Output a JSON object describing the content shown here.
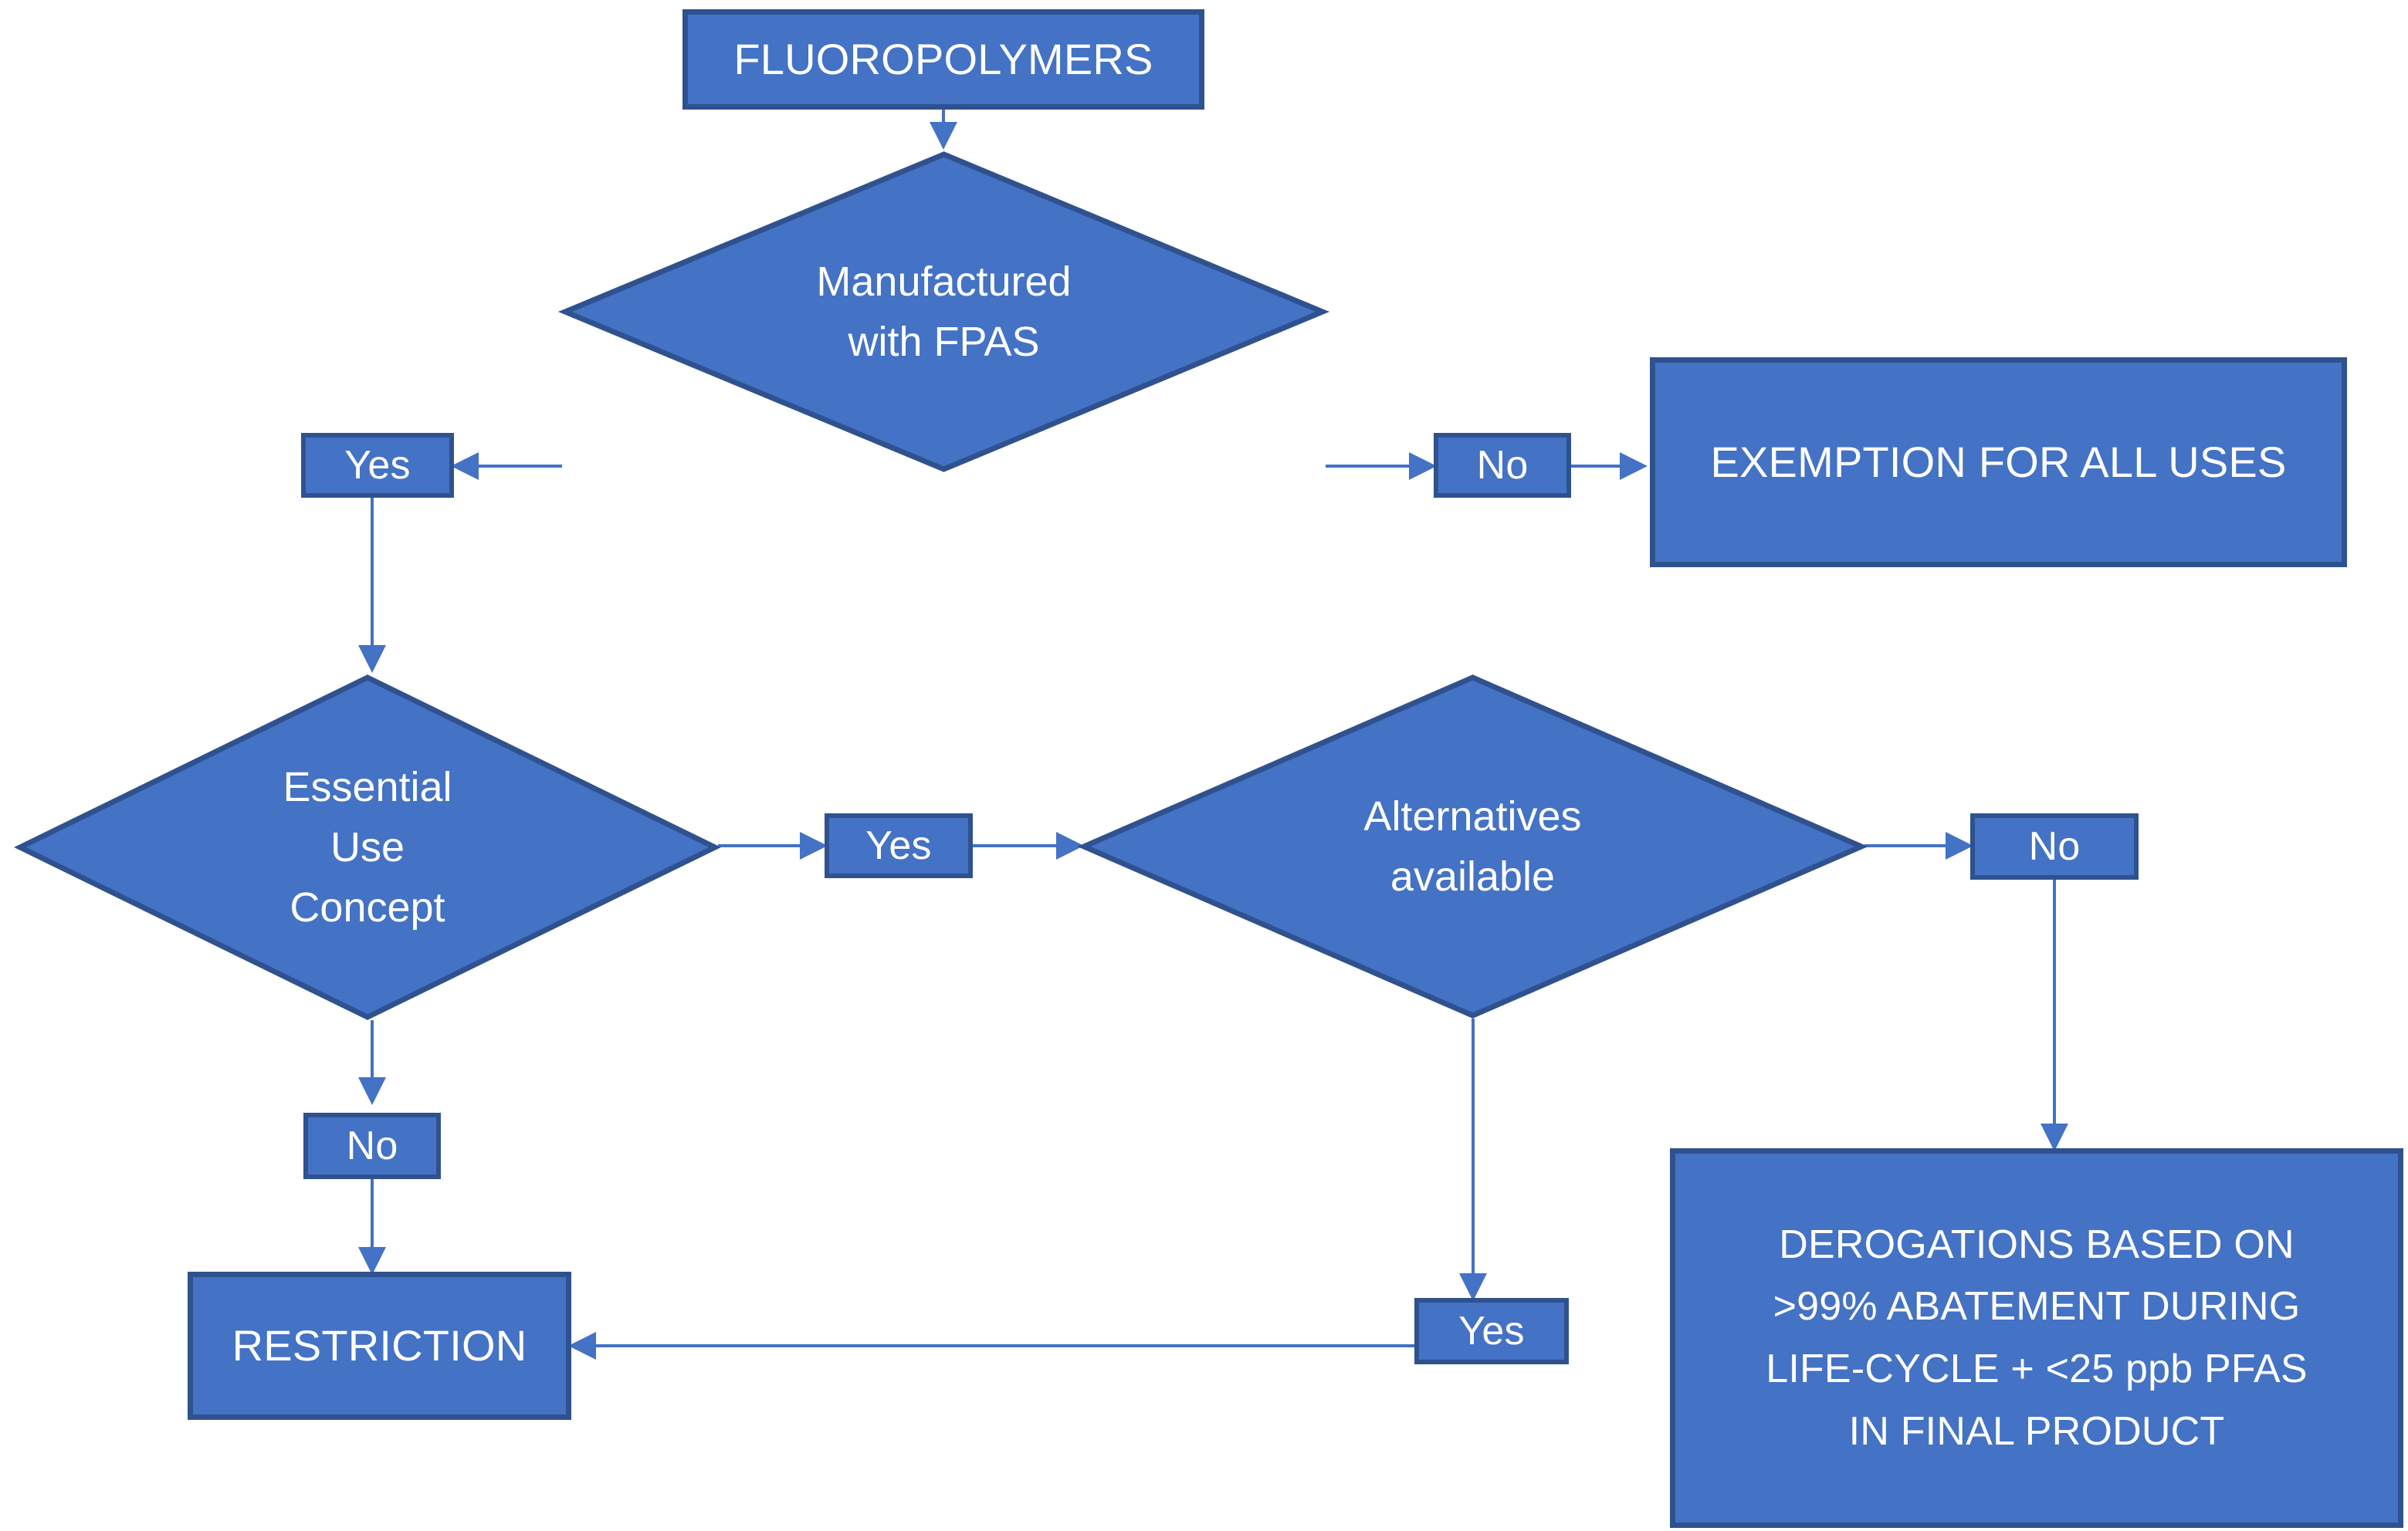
{
  "diagram": {
    "type": "flowchart",
    "title": "Fluoropolymers regulatory decision flowchart",
    "colors": {
      "fill": "#4472C4",
      "stroke": "#2F528F",
      "connector": "#4472C4",
      "text": "#FFFFFF",
      "background": "#FFFFFF"
    },
    "nodes": {
      "start": {
        "label": "FLUOROPOLYMERS",
        "shape": "rectangle"
      },
      "decision_manufactured": {
        "label": "Manufactured\nwith FPAS",
        "shape": "diamond"
      },
      "yes_manufactured": {
        "label": "Yes",
        "shape": "rectangle"
      },
      "no_manufactured": {
        "label": "No",
        "shape": "rectangle"
      },
      "exemption": {
        "label": "EXEMPTION FOR ALL USES",
        "shape": "rectangle"
      },
      "decision_essential": {
        "label": "Essential\nUse\nConcept",
        "shape": "diamond"
      },
      "no_essential": {
        "label": "No",
        "shape": "rectangle"
      },
      "yes_essential": {
        "label": "Yes",
        "shape": "rectangle"
      },
      "decision_alternatives": {
        "label": "Alternatives\navailable",
        "shape": "diamond"
      },
      "yes_alternatives": {
        "label": "Yes",
        "shape": "rectangle"
      },
      "no_alternatives": {
        "label": "No",
        "shape": "rectangle"
      },
      "restriction": {
        "label": "RESTRICTION",
        "shape": "rectangle"
      },
      "derogations": {
        "label": "DEROGATIONS BASED ON\n>99% ABATEMENT DURING\nLIFE-CYCLE + <25 ppb PFAS\nIN FINAL PRODUCT",
        "shape": "rectangle"
      }
    },
    "edges": [
      {
        "from": "start",
        "to": "decision_manufactured",
        "label": ""
      },
      {
        "from": "decision_manufactured",
        "to": "yes_manufactured",
        "label": "Yes"
      },
      {
        "from": "decision_manufactured",
        "to": "no_manufactured",
        "label": "No"
      },
      {
        "from": "no_manufactured",
        "to": "exemption",
        "label": ""
      },
      {
        "from": "yes_manufactured",
        "to": "decision_essential",
        "label": ""
      },
      {
        "from": "decision_essential",
        "to": "yes_essential",
        "label": "Yes"
      },
      {
        "from": "decision_essential",
        "to": "no_essential",
        "label": "No"
      },
      {
        "from": "no_essential",
        "to": "restriction",
        "label": ""
      },
      {
        "from": "yes_essential",
        "to": "decision_alternatives",
        "label": ""
      },
      {
        "from": "decision_alternatives",
        "to": "no_alternatives",
        "label": "No"
      },
      {
        "from": "decision_alternatives",
        "to": "yes_alternatives",
        "label": "Yes"
      },
      {
        "from": "no_alternatives",
        "to": "derogations",
        "label": ""
      },
      {
        "from": "yes_alternatives",
        "to": "restriction",
        "label": ""
      }
    ]
  }
}
